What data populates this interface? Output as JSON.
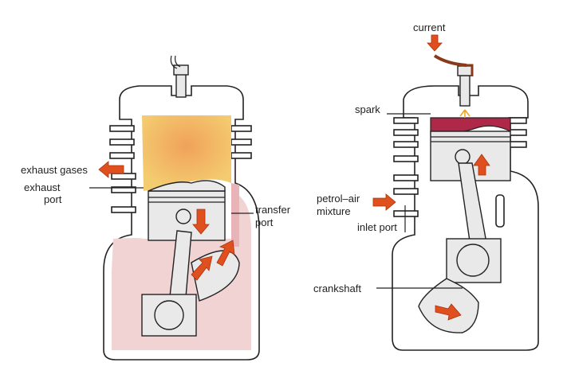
{
  "left_engine": {
    "labels": {
      "exhaust_gases": "exhaust gases",
      "exhaust_port_1": "exhaust",
      "exhaust_port_2": "port",
      "transfer_port_1": "transfer",
      "transfer_port_2": "port"
    }
  },
  "right_engine": {
    "labels": {
      "current": "current",
      "spark": "spark",
      "petrol_air_1": "petrol–air",
      "petrol_air_2": "mixture",
      "inlet_port": "inlet port",
      "crankshaft": "crankshaft"
    }
  },
  "colors": {
    "arrow": "#e0501e",
    "exhaust": "#f3c46a",
    "crankcase": "#f2d3d3",
    "combustion": "#b02848"
  }
}
